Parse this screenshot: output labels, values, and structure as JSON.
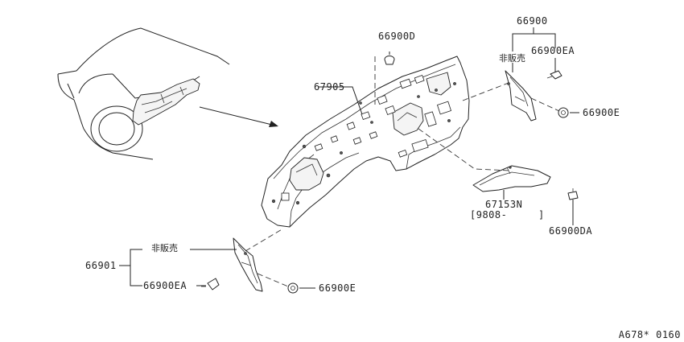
{
  "labels": {
    "p66900": "66900",
    "p66900EA_top": "66900EA",
    "p66900E_top": "66900E",
    "p66900D": "66900D",
    "p67905": "67905",
    "nonsale_top": "非販売",
    "p67153N": "67153N",
    "p67153N_range": "[9808-     ]",
    "p66900DA": "66900DA",
    "p66901": "66901",
    "nonsale_bottom": "非販売",
    "p66900EA_bottom": "66900EA",
    "p66900E_bottom": "66900E"
  },
  "footer": {
    "code": "A678* 0160"
  }
}
